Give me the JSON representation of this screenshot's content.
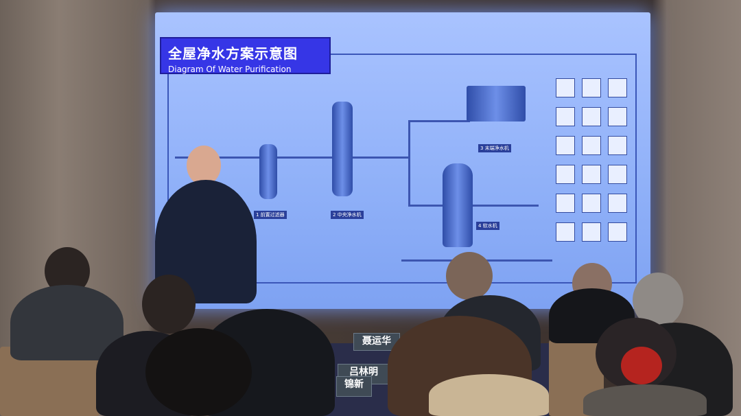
{
  "slide": {
    "title_cn": "全屋净水方案示意图",
    "title_en": "Diagram Of Water Purification",
    "devices": [
      {
        "label": "1 前置过滤器"
      },
      {
        "label": "2 中央净水机"
      },
      {
        "label": "3 末端净水机"
      },
      {
        "label": "4 软水机"
      }
    ]
  },
  "nameplates": [
    "聂运华",
    "吕林明",
    "锦新"
  ],
  "colors": {
    "screen": "#8fb0f8",
    "title_bg": "#3636e6"
  }
}
